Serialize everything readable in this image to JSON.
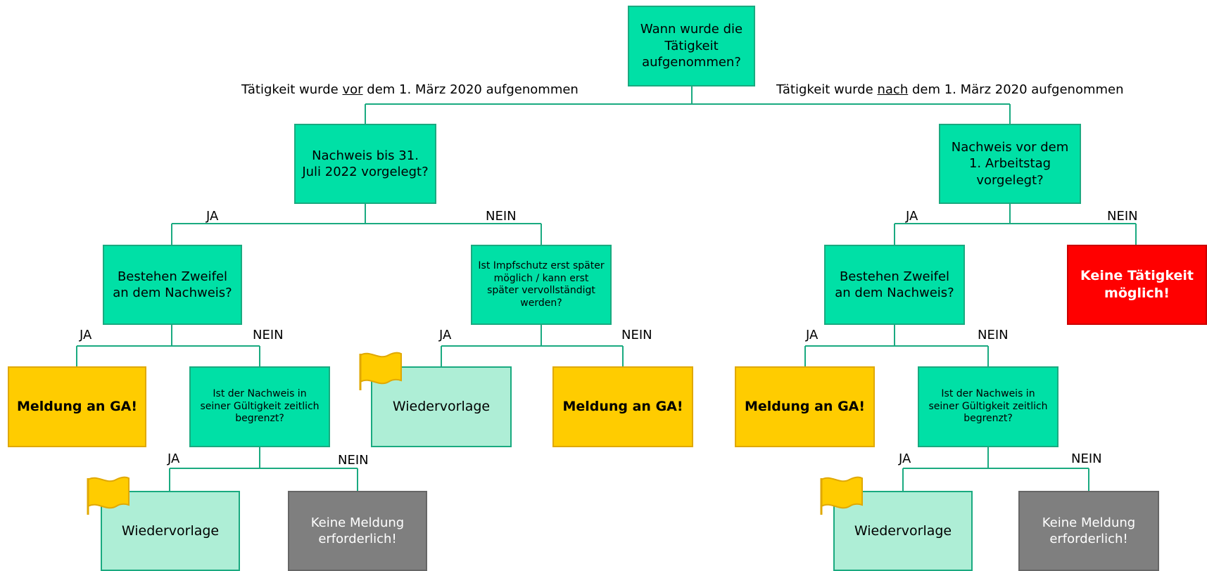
{
  "root": {
    "question": "Wann wurde die Tätigkeit aufgenommen?"
  },
  "branch_left": {
    "pre": "Tätigkeit wurde ",
    "key": "vor",
    "post": " dem 1. März 2020 aufgenommen"
  },
  "branch_right": {
    "pre": "Tätigkeit wurde ",
    "key": "nach",
    "post": " dem 1. März 2020 aufgenommen"
  },
  "left": {
    "q1": "Nachweis bis 31. Juli 2022 vorgelegt?",
    "q1_yes": "JA",
    "q1_no": "NEIN",
    "q2": "Bestehen Zweifel an dem Nachweis?",
    "q2_yes": "JA",
    "q2_no": "NEIN",
    "ga1": "Meldung an GA!",
    "q3": "Ist der Nachweis in seiner Gültigkeit zeitlich begrenzt?",
    "q3_yes": "JA",
    "q3_no": "NEIN",
    "wv1": "Wiedervorlage",
    "none1": "Keine Meldung erforderlich!",
    "q4": "Ist Impfschutz erst später möglich / kann erst später vervollständigt werden?",
    "q4_yes": "JA",
    "q4_no": "NEIN",
    "wv2": "Wiedervorlage",
    "ga2": "Meldung an GA!"
  },
  "right": {
    "q1": "Nachweis vor dem 1. Arbeitstag vorgelegt?",
    "q1_yes": "JA",
    "q1_no": "NEIN",
    "stop": "Keine Tätigkeit möglich!",
    "q2": "Bestehen Zweifel an dem Nachweis?",
    "q2_yes": "JA",
    "q2_no": "NEIN",
    "ga": "Meldung an GA!",
    "q3": "Ist der Nachweis in seiner Gültigkeit zeitlich begrenzt?",
    "q3_yes": "JA",
    "q3_no": "NEIN",
    "wv": "Wiedervorlage",
    "none": "Keine Meldung erforderlich!"
  },
  "colors": {
    "question": "#00e0a6",
    "connector": "#1aaa80",
    "report": "#ffcc00",
    "followup": "#aeeed6",
    "none": "#7f7f7f",
    "stop": "#ff0000",
    "flag": "#ffcc00"
  }
}
